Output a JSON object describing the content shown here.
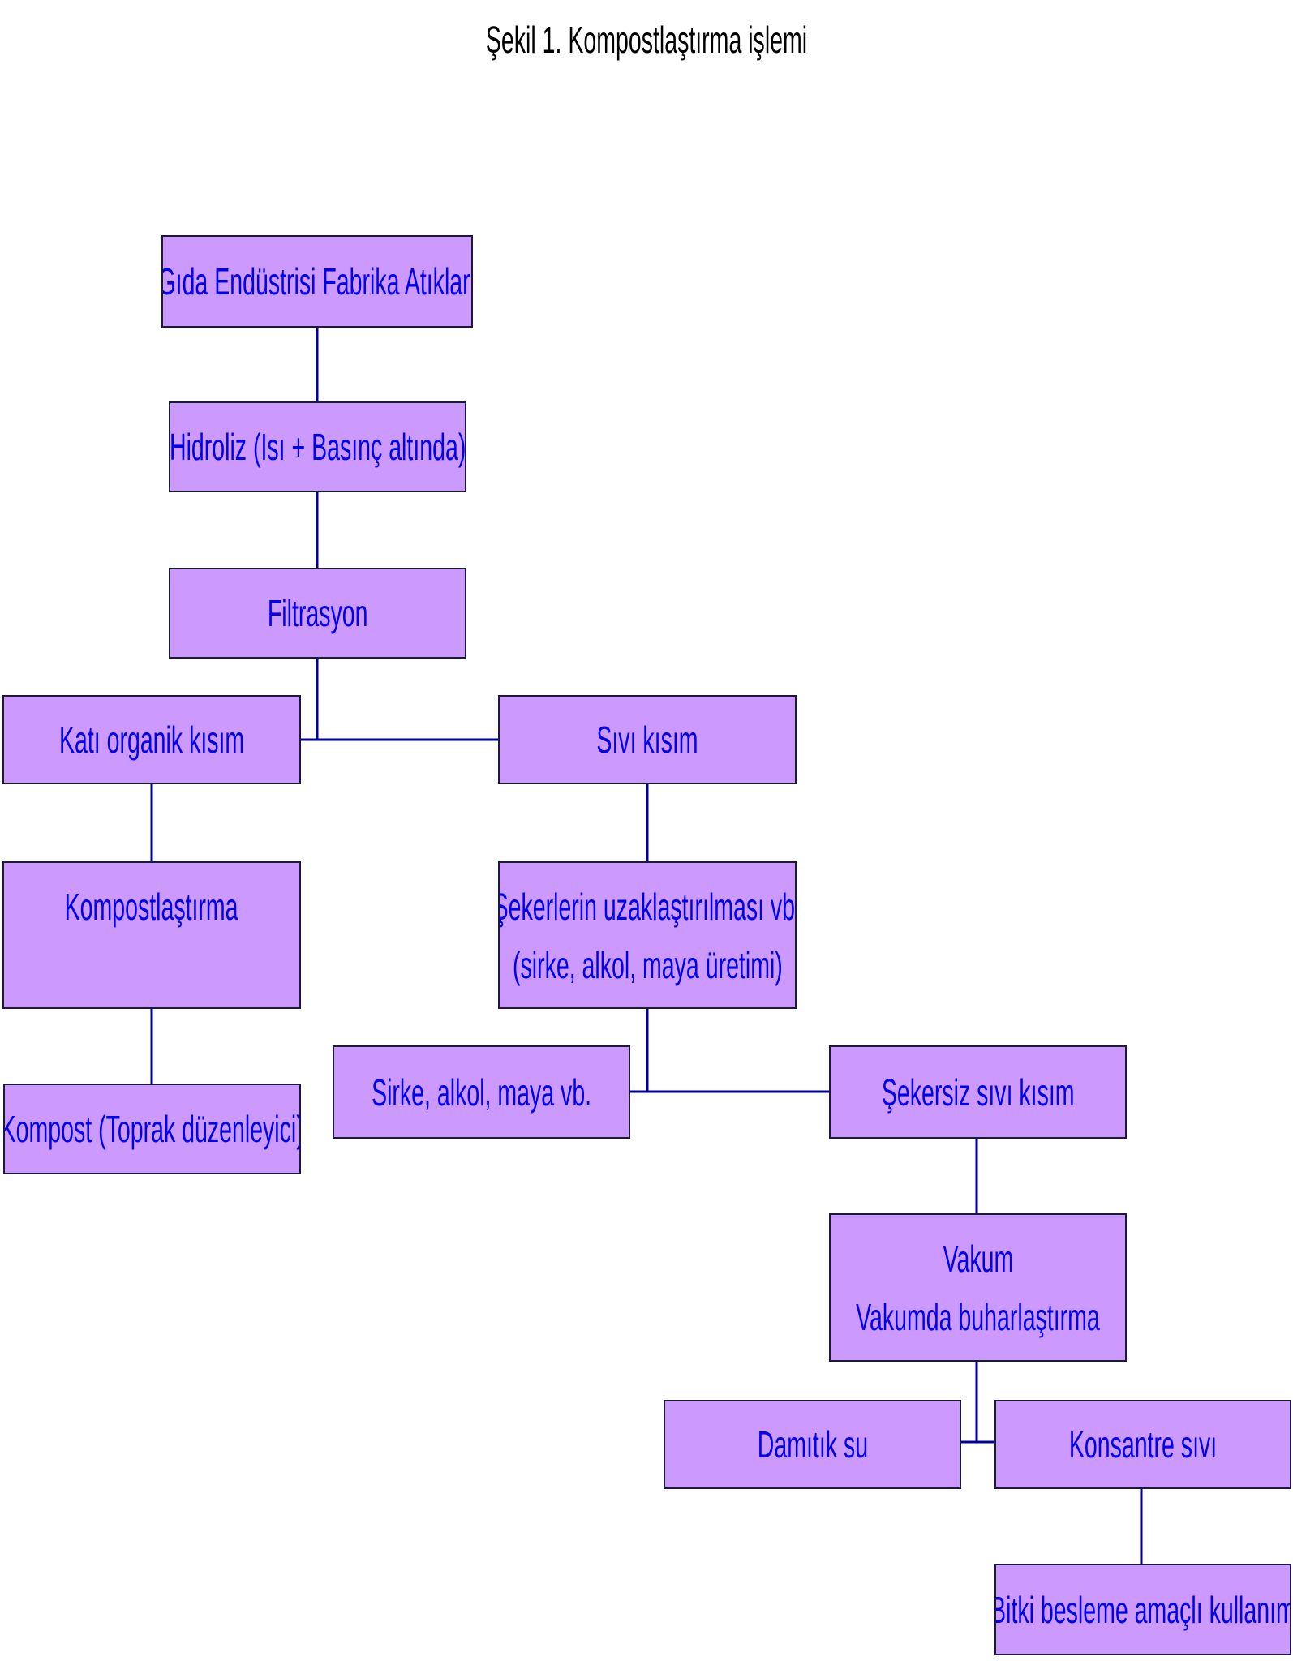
{
  "title": "Şekil 1. Kompostlaştırma işlemi",
  "colors": {
    "box_fill": "#cc99ff",
    "box_border": "#1a1a3a",
    "box_text": "#0000ee",
    "connector": "#000099",
    "title_text": "#000000"
  },
  "nodes": {
    "gida": {
      "lines": [
        "Gıda Endüstrisi Fabrika Atıkları"
      ]
    },
    "hidroliz": {
      "lines": [
        "Hidroliz (Isı + Basınç altında)"
      ]
    },
    "filtrasyon": {
      "lines": [
        "Filtrasyon"
      ]
    },
    "kati": {
      "lines": [
        "Katı organik kısım"
      ]
    },
    "sivi": {
      "lines": [
        "Sıvı kısım"
      ]
    },
    "kompostlastirma": {
      "lines": [
        "Kompostlaştırma"
      ]
    },
    "sekerlerin": {
      "lines": [
        "Şekerlerin uzaklaştırılması vb.",
        "(sirke, alkol, maya üretimi)"
      ]
    },
    "kompost": {
      "lines": [
        "Kompost (Toprak düzenleyici)"
      ]
    },
    "sirke": {
      "lines": [
        "Sirke, alkol, maya vb."
      ]
    },
    "sekersiz": {
      "lines": [
        "Şekersiz sıvı kısım"
      ]
    },
    "vakum": {
      "lines": [
        "Vakum",
        "Vakumda buharlaştırma"
      ]
    },
    "damitik": {
      "lines": [
        "Damıtık su"
      ]
    },
    "konsantre": {
      "lines": [
        "Konsantre sıvı"
      ]
    },
    "bitki": {
      "lines": [
        "Bitki besleme amaçlı kullanım"
      ]
    }
  }
}
